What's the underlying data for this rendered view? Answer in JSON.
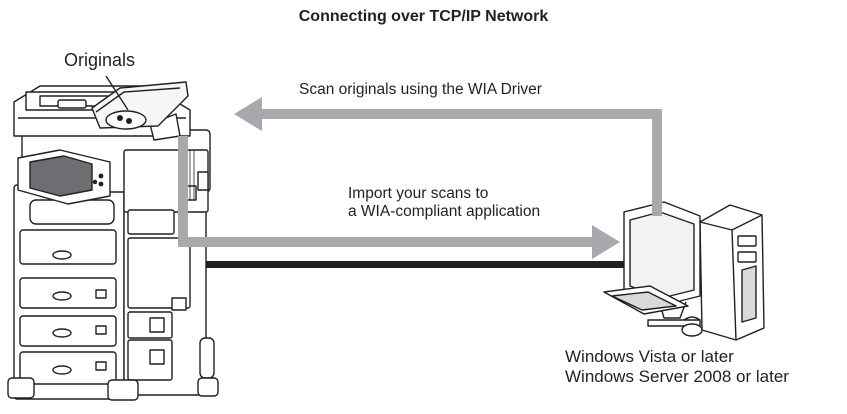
{
  "title": "Connecting over TCP/IP Network",
  "labels": {
    "originals": "Originals",
    "scan": "Scan originals using the WIA Driver",
    "import": [
      "Import your scans to",
      "a WIA-compliant application"
    ],
    "os": [
      "Windows Vista or later",
      "Windows Server 2008 or later"
    ]
  },
  "colors": {
    "arrow": "#a7a9ac",
    "network_cable": "#231f20",
    "text": "#231f20"
  },
  "icons": {
    "device": "multifunction-printer-icon",
    "computer": "desktop-computer-icon"
  }
}
